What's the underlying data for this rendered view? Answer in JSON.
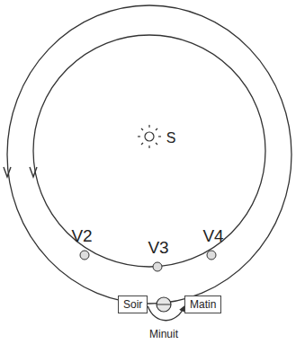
{
  "diagram": {
    "nodes": [
      {
        "text": [
          "Soir"
        ]
      },
      {
        "text": [
          "Matin"
        ]
      }
    ],
    "edges": [
      {
        "from": 0,
        "to": 1,
        "arrow": "to"
      }
    ],
    "labels": [
      "S",
      "V2",
      "V3",
      "V4",
      "Minuit"
    ]
  }
}
